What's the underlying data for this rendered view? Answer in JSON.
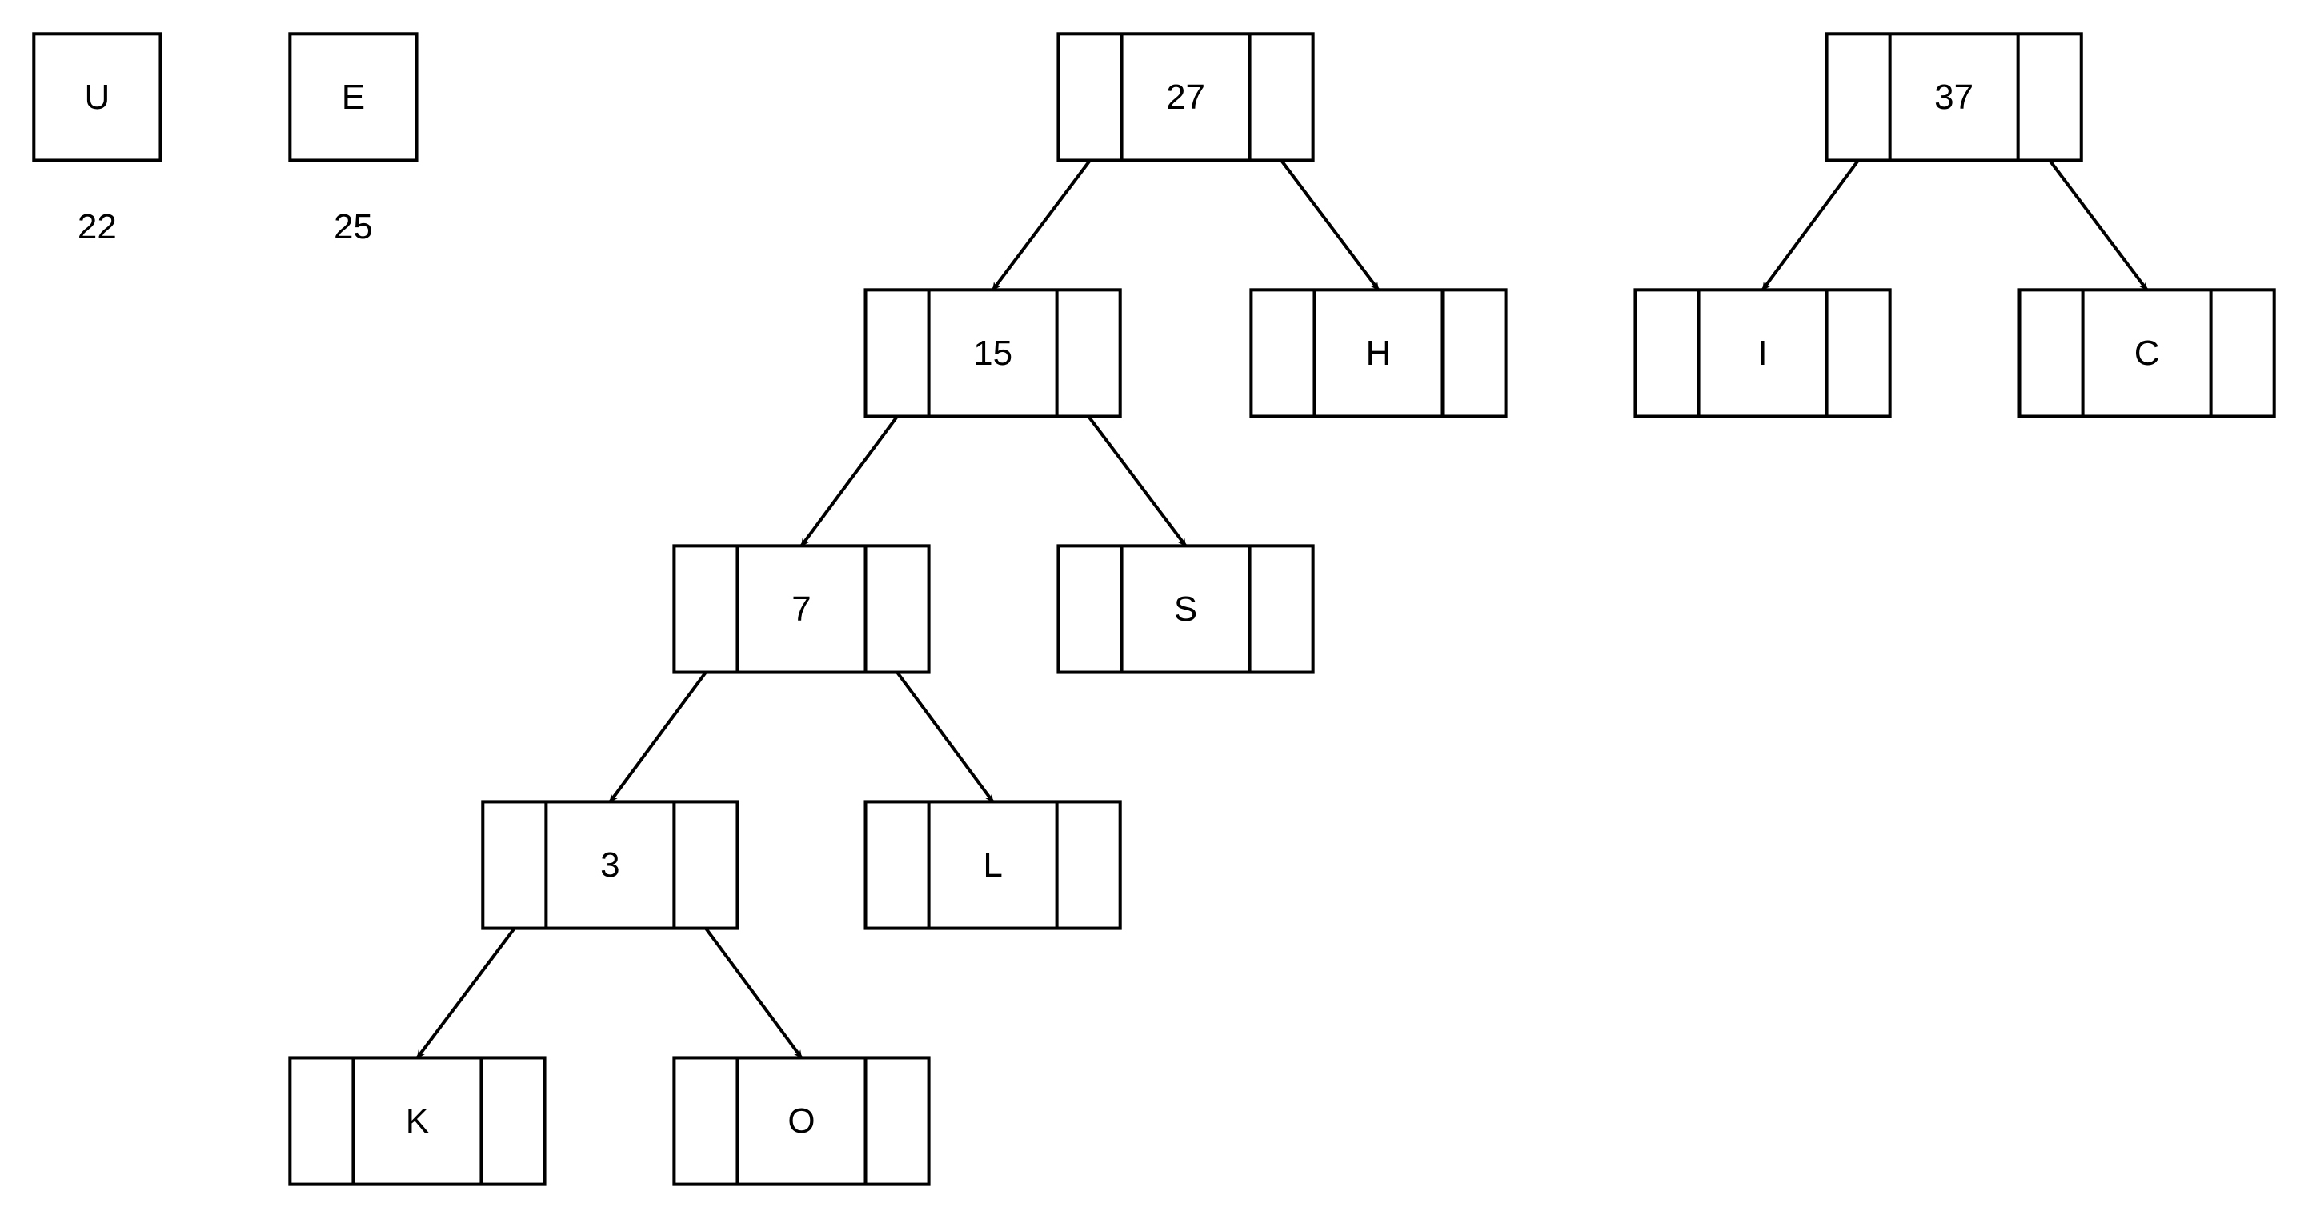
{
  "leaves": [
    {
      "letter": "U",
      "weight": "22"
    },
    {
      "letter": "E",
      "weight": "25"
    }
  ],
  "nodes": [
    {
      "id": "n27",
      "label": "27"
    },
    {
      "id": "n15",
      "label": "15"
    },
    {
      "id": "nH",
      "label": "H"
    },
    {
      "id": "n7",
      "label": "7"
    },
    {
      "id": "nS",
      "label": "S"
    },
    {
      "id": "n3",
      "label": "3"
    },
    {
      "id": "nL",
      "label": "L"
    },
    {
      "id": "nK",
      "label": "K"
    },
    {
      "id": "nO",
      "label": "O"
    },
    {
      "id": "n37",
      "label": "37"
    },
    {
      "id": "nI",
      "label": "I"
    },
    {
      "id": "nC",
      "label": "C"
    }
  ],
  "edges": [
    {
      "from": "n27",
      "to": "n15"
    },
    {
      "from": "n27",
      "to": "nH"
    },
    {
      "from": "n15",
      "to": "n7"
    },
    {
      "from": "n15",
      "to": "nS"
    },
    {
      "from": "n7",
      "to": "n3"
    },
    {
      "from": "n7",
      "to": "nL"
    },
    {
      "from": "n3",
      "to": "nK"
    },
    {
      "from": "n3",
      "to": "nO"
    },
    {
      "from": "n37",
      "to": "nI"
    },
    {
      "from": "n37",
      "to": "nC"
    }
  ]
}
